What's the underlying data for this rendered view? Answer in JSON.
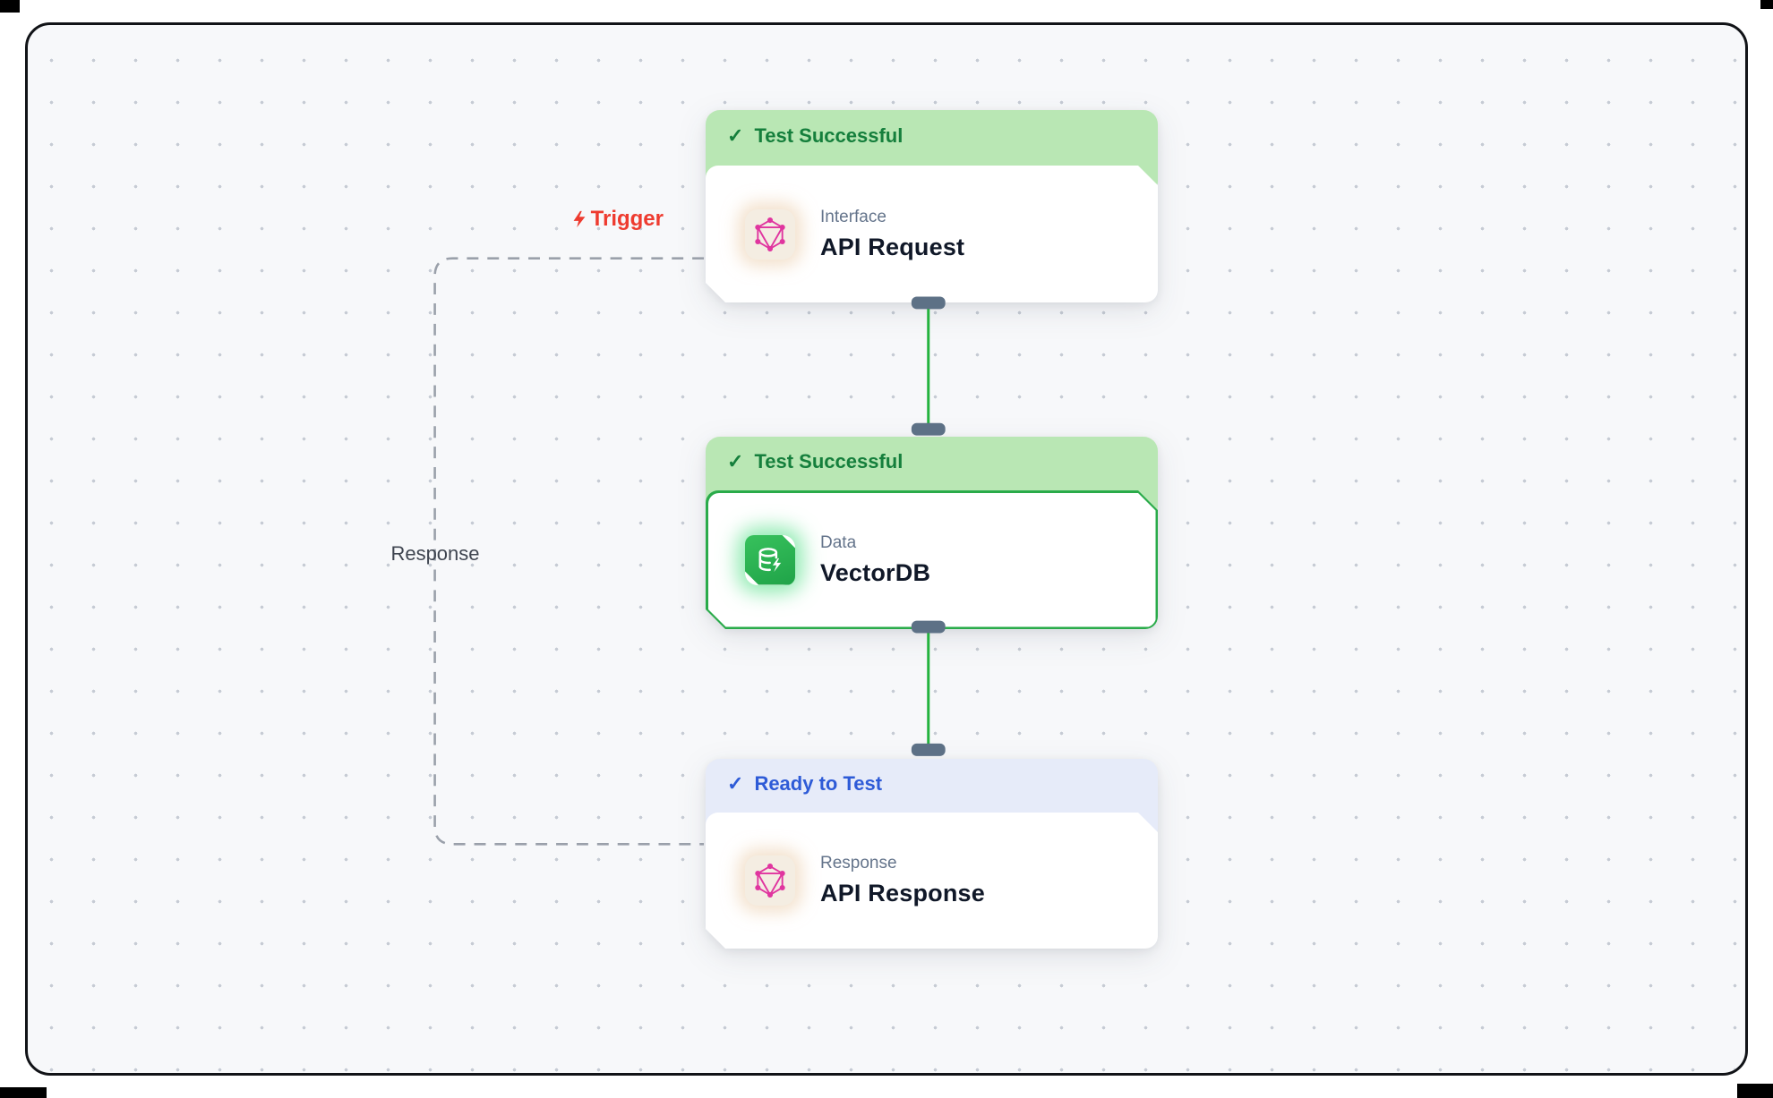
{
  "app": {
    "view": "workflow-canvas"
  },
  "glyphs": {
    "check": "✓"
  },
  "colors": {
    "canvas_bg": "#f7f8fa",
    "canvas_border": "#111317",
    "grid_dot": "#c6cbd4",
    "status_success_bg": "#b9e7b4",
    "status_success_text": "#157f3c",
    "status_ready_bg": "#e6ebf9",
    "status_ready_text": "#2e5bd7",
    "selected_node_border": "#2aab4a",
    "connector_green": "#24b33e",
    "handle_slate": "#5d7186",
    "dashed_edge": "#9aa0aa",
    "trigger_red": "#ee3b2f",
    "graphql_pink": "#e0359f",
    "vectordb_green": "#2cb14e"
  },
  "nodes": [
    {
      "status": "Test Successful",
      "status_type": "success",
      "category": "Interface",
      "title": "API Request",
      "icon": "graphql-icon"
    },
    {
      "status": "Test Successful",
      "status_type": "success",
      "category": "Data",
      "title": "VectorDB",
      "icon": "vector-database-icon",
      "selected": true
    },
    {
      "status": "Ready to Test",
      "status_type": "ready",
      "category": "Response",
      "title": "API Response",
      "icon": "graphql-icon"
    }
  ],
  "edges": {
    "trigger_label": "Trigger",
    "response_label": "Response"
  }
}
